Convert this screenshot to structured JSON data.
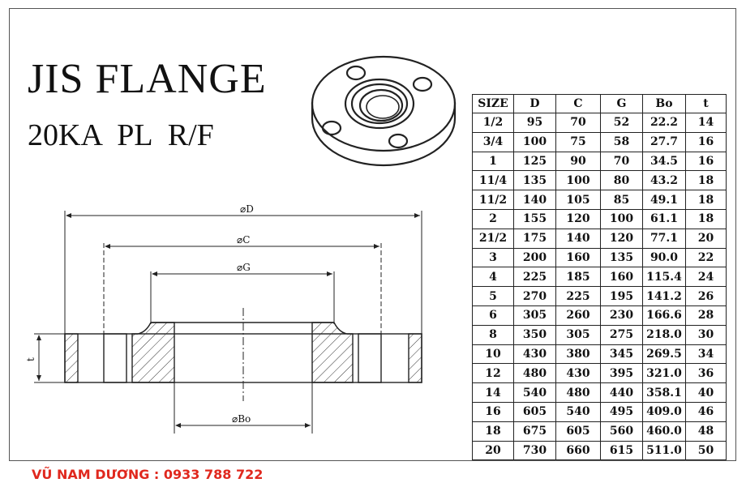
{
  "title": "JIS FLANGE",
  "subtitle": "20KA  PL   R/F",
  "dimensions": {
    "d": "⌀D",
    "c": "⌀C",
    "g": "⌀G",
    "bo": "⌀Bo",
    "t": "t"
  },
  "table": {
    "headers": [
      "SIZE",
      "D",
      "C",
      "G",
      "Bo",
      "t"
    ],
    "rows": [
      [
        "1/2",
        "95",
        "70",
        "52",
        "22.2",
        "14"
      ],
      [
        "3/4",
        "100",
        "75",
        "58",
        "27.7",
        "16"
      ],
      [
        "1",
        "125",
        "90",
        "70",
        "34.5",
        "16"
      ],
      [
        "11/4",
        "135",
        "100",
        "80",
        "43.2",
        "18"
      ],
      [
        "11/2",
        "140",
        "105",
        "85",
        "49.1",
        "18"
      ],
      [
        "2",
        "155",
        "120",
        "100",
        "61.1",
        "18"
      ],
      [
        "21/2",
        "175",
        "140",
        "120",
        "77.1",
        "20"
      ],
      [
        "3",
        "200",
        "160",
        "135",
        "90.0",
        "22"
      ],
      [
        "4",
        "225",
        "185",
        "160",
        "115.4",
        "24"
      ],
      [
        "5",
        "270",
        "225",
        "195",
        "141.2",
        "26"
      ],
      [
        "6",
        "305",
        "260",
        "230",
        "166.6",
        "28"
      ],
      [
        "8",
        "350",
        "305",
        "275",
        "218.0",
        "30"
      ],
      [
        "10",
        "430",
        "380",
        "345",
        "269.5",
        "34"
      ],
      [
        "12",
        "480",
        "430",
        "395",
        "321.0",
        "36"
      ],
      [
        "14",
        "540",
        "480",
        "440",
        "358.1",
        "40"
      ],
      [
        "16",
        "605",
        "540",
        "495",
        "409.0",
        "46"
      ],
      [
        "18",
        "675",
        "605",
        "560",
        "460.0",
        "48"
      ],
      [
        "20",
        "730",
        "660",
        "615",
        "511.0",
        "50"
      ]
    ]
  },
  "footer": "VŨ NAM DƯƠNG : 0933 788 722",
  "colors": {
    "footer": "#e0281e",
    "ink": "#111111"
  }
}
